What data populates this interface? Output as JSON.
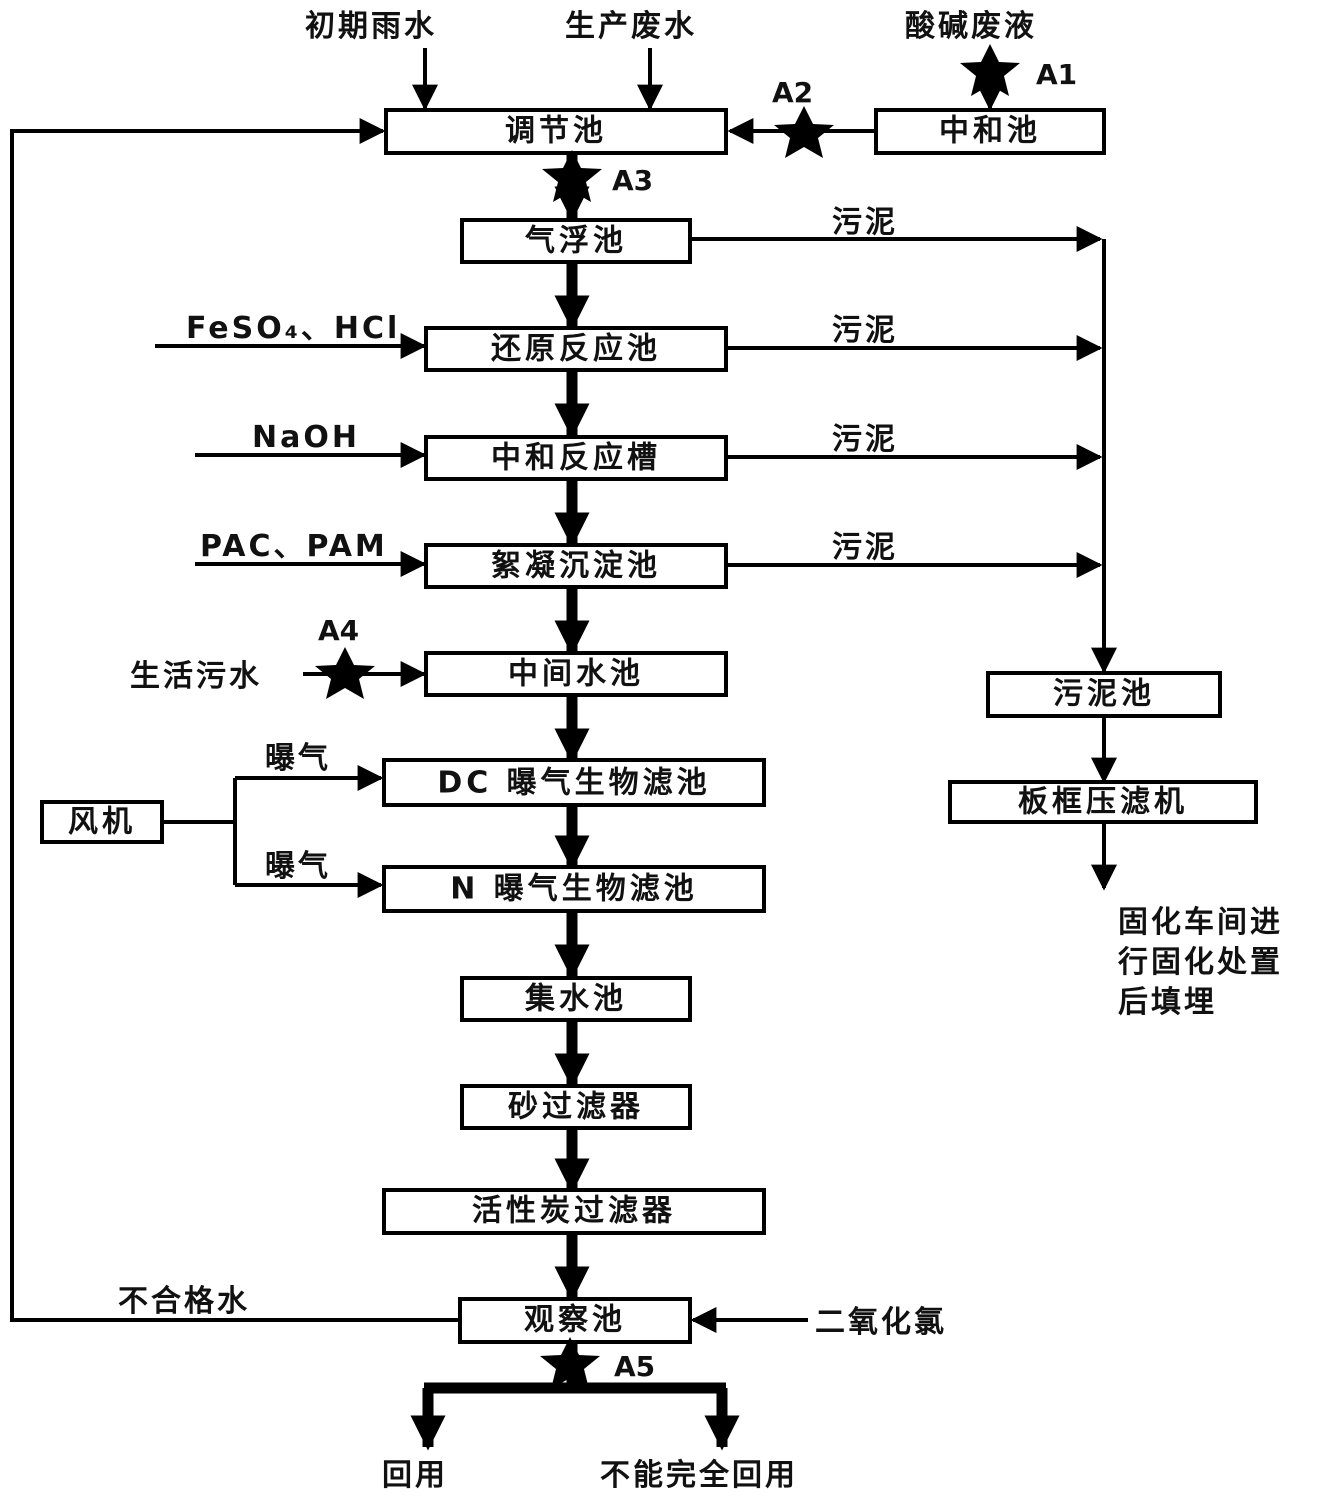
{
  "inputs": {
    "initial_rain": "初期雨水",
    "production_water": "生产废水",
    "acid_alkali": "酸碱废液",
    "domestic_sewage": "生活污水",
    "chlorine_dioxide": "二氧化氯"
  },
  "chemicals": {
    "feso4_hcl": "FeSO₄、HCl",
    "naoh": "NaOH",
    "pac_pam": "PAC、PAM"
  },
  "boxes": {
    "regulating_tank": "调节池",
    "neutralization_tank": "中和池",
    "flotation_tank": "气浮池",
    "reduction_tank": "还原反应池",
    "neutralization_reaction": "中和反应槽",
    "coagulation_tank": "絮凝沉淀池",
    "intermediate_tank": "中间水池",
    "dc_baf": "DC 曝气生物滤池",
    "n_baf": "N 曝气生物滤池",
    "collection_tank": "集水池",
    "sand_filter": "砂过滤器",
    "carbon_filter": "活性炭过滤器",
    "observation_tank": "观察池",
    "sludge_tank": "污泥池",
    "filter_press": "板框压滤机",
    "blower": "风机"
  },
  "labels": {
    "sludge": "污泥",
    "aeration": "曝气",
    "unqualified_water": "不合格水",
    "reuse": "回用",
    "not_fully_reused": "不能完全回用",
    "solidification_line1": "固化车间进",
    "solidification_line2": "行固化处置",
    "solidification_line3": "后填埋"
  },
  "monitoring_points": {
    "a1": "A1",
    "a2": "A2",
    "a3": "A3",
    "a4": "A4",
    "a5": "A5"
  }
}
